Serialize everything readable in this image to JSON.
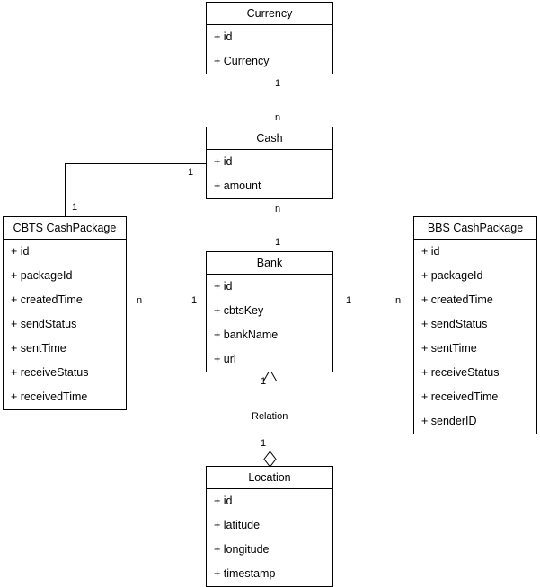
{
  "diagram": {
    "type": "uml-class-diagram",
    "background_color": "#ffffff",
    "line_color": "#000000",
    "text_color": "#000000",
    "classes": [
      {
        "id": "currency",
        "name": "Currency",
        "attributes": [
          "+ id",
          "+ Currency"
        ]
      },
      {
        "id": "cash",
        "name": "Cash",
        "attributes": [
          "+ id",
          "+ amount"
        ]
      },
      {
        "id": "cbts_cashpackage",
        "name": "CBTS CashPackage",
        "attributes": [
          "+ id",
          "+ packageId",
          "+ createdTime",
          "+ sendStatus",
          "+ sentTime",
          "+ receiveStatus",
          "+ receivedTime"
        ]
      },
      {
        "id": "bank",
        "name": "Bank",
        "attributes": [
          "+ id",
          "+ cbtsKey",
          "+ bankName",
          "+ url"
        ]
      },
      {
        "id": "bbs_cashpackage",
        "name": "BBS CashPackage",
        "attributes": [
          "+ id",
          "+ packageId",
          "+ createdTime",
          "+ sendStatus",
          "+ sentTime",
          "+ receiveStatus",
          "+ receivedTime",
          "+ senderID"
        ]
      },
      {
        "id": "location",
        "name": "Location",
        "attributes": [
          "+ id",
          "+ latitude",
          "+ longitude",
          "+ timestamp"
        ]
      }
    ],
    "relationships": [
      {
        "id": "currency-cash",
        "from": "currency",
        "to": "cash",
        "from_multiplicity": "1",
        "to_multiplicity": "n",
        "label": ""
      },
      {
        "id": "cash-cbts",
        "from": "cash",
        "to": "cbts_cashpackage",
        "from_multiplicity": "1",
        "to_multiplicity": "1",
        "label": ""
      },
      {
        "id": "cash-bank",
        "from": "cash",
        "to": "bank",
        "from_multiplicity": "n",
        "to_multiplicity": "1",
        "label": ""
      },
      {
        "id": "cbts-bank",
        "from": "cbts_cashpackage",
        "to": "bank",
        "from_multiplicity": "n",
        "to_multiplicity": "1",
        "label": ""
      },
      {
        "id": "bank-bbs",
        "from": "bank",
        "to": "bbs_cashpackage",
        "from_multiplicity": "1",
        "to_multiplicity": "n",
        "label": ""
      },
      {
        "id": "bank-location",
        "from": "bank",
        "to": "location",
        "from_multiplicity": "1",
        "to_multiplicity": "1",
        "label": "Relation",
        "arrow": "open-arrow-at-bank",
        "decoration": "hollow-diamond-at-location"
      }
    ]
  }
}
